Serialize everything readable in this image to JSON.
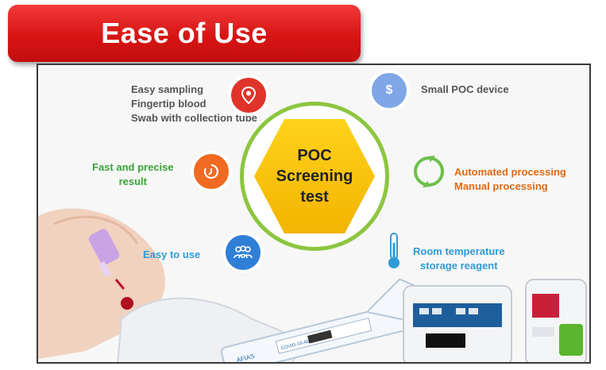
{
  "banner": {
    "title": "Ease of Use"
  },
  "center": {
    "lines": [
      "POC",
      "Screening",
      "test"
    ]
  },
  "features": {
    "sampling": [
      "Easy sampling",
      "Fingertip blood",
      "Swab with collection tube"
    ],
    "small_device": "Small POC device",
    "fast": [
      "Fast and precise",
      "result"
    ],
    "processing": [
      "Automated processing",
      "Manual processing"
    ],
    "easy_use": "Easy to use",
    "storage": [
      "Room temperature",
      "storage reagent"
    ]
  },
  "device": {
    "strip_brand": "AFIAS",
    "strip_label": "COVID-19 Ab"
  },
  "colors": {
    "banner_red": "#e01f1f",
    "ring_green": "#8cc63f",
    "hex_yellow": "#f7c300",
    "icon_red": "#e0342a",
    "icon_orange": "#f06a21",
    "icon_blue": "#2f7fd6",
    "icon_lightblue": "#7fa6e6"
  }
}
